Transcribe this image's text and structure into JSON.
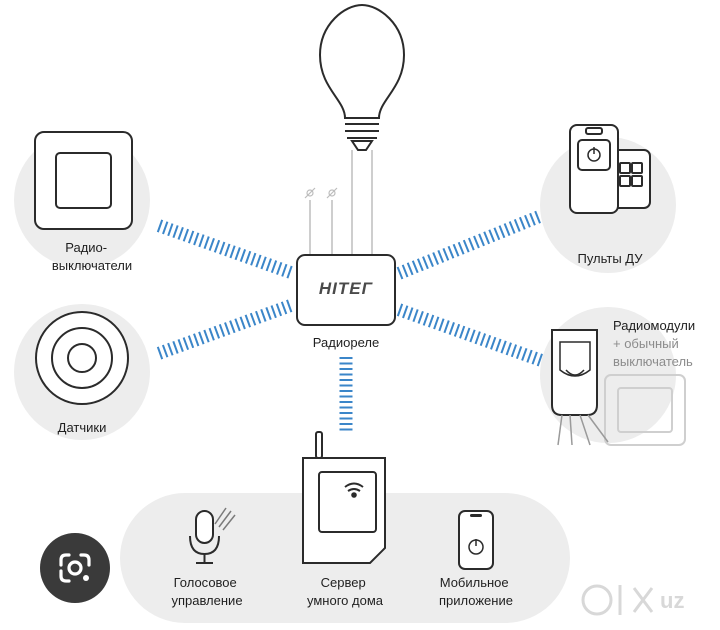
{
  "hub": {
    "brand": "НІТЕГ",
    "label": "Радиореле"
  },
  "devices": {
    "radio_switches": {
      "line1": "Радио-",
      "line2": "выключатели"
    },
    "sensors": {
      "label": "Датчики"
    },
    "remotes": {
      "label": "Пульты ДУ"
    },
    "radio_modules": {
      "line1": "Радиомодули",
      "line2": "+ обычный",
      "line3": "выключатель"
    }
  },
  "bottom_bar": {
    "voice": {
      "line1": "Голосовое",
      "line2": "управление"
    },
    "server": {
      "line1": "Сервер",
      "line2": "умного дома"
    },
    "mobile": {
      "line1": "Мобильное",
      "line2": "приложение"
    }
  },
  "watermark": {
    "text": "uz"
  },
  "overlay": {
    "lens_icon": "google-lens-icon"
  },
  "colors": {
    "signal": "#3b86c9",
    "circle_bg": "#ededed",
    "stroke": "#2b2b2b"
  }
}
